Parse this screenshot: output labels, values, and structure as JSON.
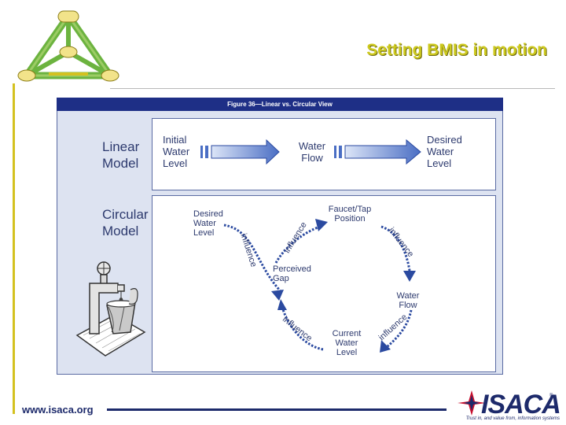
{
  "slide": {
    "title": "Setting BMIS in motion",
    "footer_url": "www.isaca.org"
  },
  "figure": {
    "header": "Figure 36—Linear vs. Circular View",
    "linear": {
      "label_line1": "Linear",
      "label_line2": "Model",
      "start_line1": "Initial",
      "start_line2": "Water",
      "start_line3": "Level",
      "mid_line1": "Water",
      "mid_line2": "Flow",
      "end_line1": "Desired",
      "end_line2": "Water",
      "end_line3": "Level"
    },
    "circular": {
      "label_line1": "Circular",
      "label_line2": "Model",
      "desired_line1": "Desired",
      "desired_line2": "Water",
      "desired_line3": "Level",
      "faucet_line1": "Faucet/Tap",
      "faucet_line2": "Position",
      "flow_line1": "Water",
      "flow_line2": "Flow",
      "current_line1": "Current",
      "current_line2": "Water",
      "current_line3": "Level",
      "gap_line1": "Perceived",
      "gap_line2": "Gap",
      "influence": "influence"
    }
  },
  "logo": {
    "word": "ISACA",
    "tagline": "Trust in, and value from, information systems",
    "registered": "®",
    "brand_color": "#1d2a6b",
    "accent_color": "#c8102e"
  },
  "colors": {
    "title": "#cdc91e",
    "bar": "#d4c11f",
    "arrow": "#2b4aa0",
    "figure_bg": "#dde3f1",
    "header_bg": "#1e2f86"
  }
}
